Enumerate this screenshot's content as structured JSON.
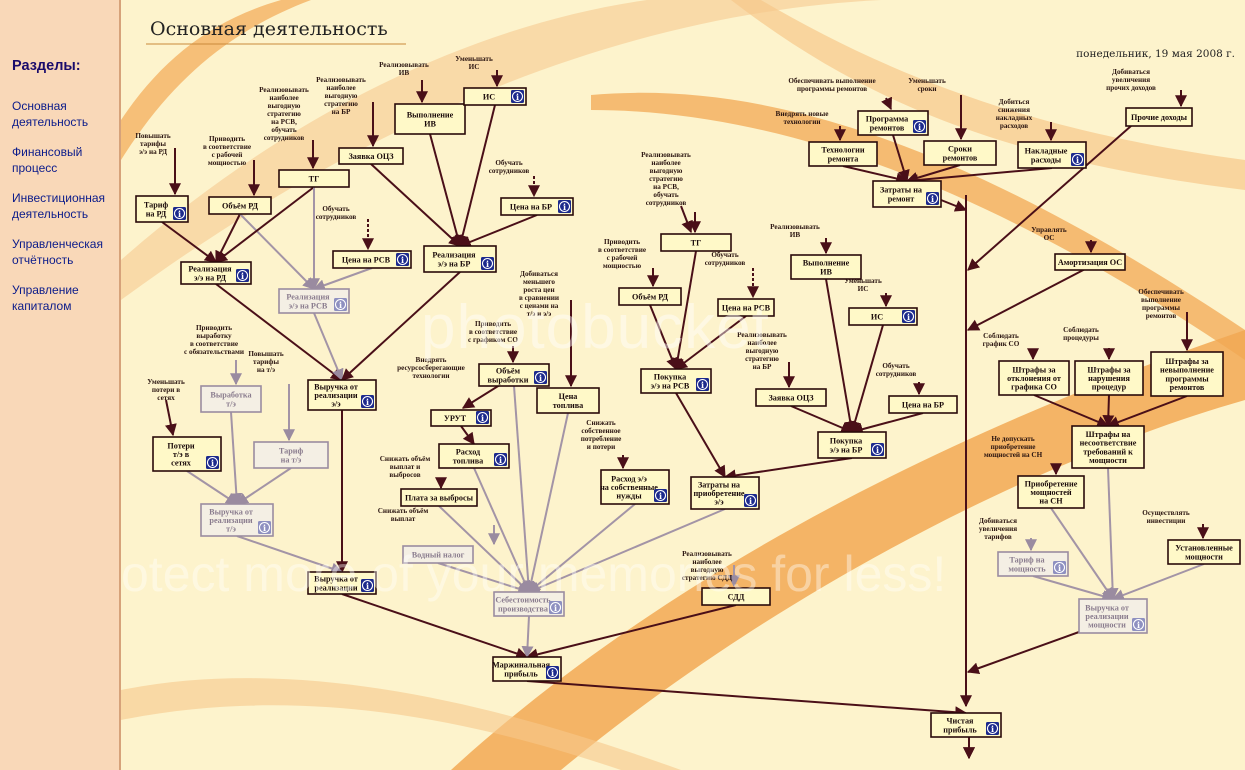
{
  "sidebar": {
    "heading": "Разделы:",
    "items": [
      {
        "label": "Основная деятельность"
      },
      {
        "label": "Финансовый процесс"
      },
      {
        "label": "Инвестиционная деятельность"
      },
      {
        "label": "Управленческая отчётность"
      },
      {
        "label": "Управление капиталом"
      }
    ]
  },
  "header": {
    "title": "Основная деятельность",
    "date": "понедельник, 19 мая 2008 г."
  },
  "watermark": {
    "logo": "photobucket",
    "slogan": "Protect more of your memories for less!"
  },
  "colors": {
    "page_bg": "#fdf3cc",
    "swoosh": "#f2a854",
    "line": "#4a0f18",
    "box_border": "#2a0a0a",
    "box_fill": "#fff9c8",
    "info_icon": "#1c2a8c"
  },
  "diagram": {
    "nodes": [
      {
        "id": "tarif_rd",
        "label": "Тариф\nна РД",
        "icon": true
      },
      {
        "id": "obem_rd_l",
        "label": "Объём РД",
        "icon": false
      },
      {
        "id": "tg_l",
        "label": "ТГ",
        "icon": false
      },
      {
        "id": "zayavka_l",
        "label": "Заявка ОЦЗ",
        "icon": false
      },
      {
        "id": "vyp_iv_l",
        "label": "Выполнение\nИВ",
        "icon": false
      },
      {
        "id": "is_l",
        "label": "ИС",
        "icon": true
      },
      {
        "id": "cena_br_l",
        "label": "Цена на БР",
        "icon": true
      },
      {
        "id": "cena_rsv_l",
        "label": "Цена на РСВ",
        "icon": true
      },
      {
        "id": "real_br",
        "label": "Реализация\nэ/э на БР",
        "icon": true
      },
      {
        "id": "real_rd",
        "label": "Реализация\nэ/э на РД",
        "icon": true
      },
      {
        "id": "real_rsv",
        "label": "Реализация\nэ/э на РСВ",
        "icon": true
      },
      {
        "id": "vyrab_te",
        "label": "Выработка\nт/э",
        "icon": false
      },
      {
        "id": "vyr_real_ee",
        "label": "Выручка от\nреализации\nэ/э",
        "icon": true
      },
      {
        "id": "poteri",
        "label": "Потери\nт/э в\nсетях",
        "icon": true
      },
      {
        "id": "tarif_te",
        "label": "Тариф\nна т/э",
        "icon": false
      },
      {
        "id": "vyr_real_te",
        "label": "Выручка от\nреализации\nт/э",
        "icon": true
      },
      {
        "id": "vyr_real_bot",
        "label": "Выручка от\nреализации",
        "icon": true
      },
      {
        "id": "obem_vyrab",
        "label": "Объём\nвыработки",
        "icon": true
      },
      {
        "id": "cena_topliva",
        "label": "Цена\nтоплива",
        "icon": false
      },
      {
        "id": "urut",
        "label": "УРУТ",
        "icon": true
      },
      {
        "id": "rashod_topliva",
        "label": "Расход\nтоплива",
        "icon": true
      },
      {
        "id": "plata_vybrosy",
        "label": "Плата за выбросы",
        "icon": false
      },
      {
        "id": "vodny_nalog",
        "label": "Водный налог",
        "icon": false
      },
      {
        "id": "sebestoimost",
        "label": "Себестоимость\nпроизводства",
        "icon": true
      },
      {
        "id": "rashod_sn",
        "label": "Расход э/э\nна собственные\nнужды",
        "icon": true
      },
      {
        "id": "zatraty_priobr",
        "label": "Затраты на\nприобретение\nэ/э",
        "icon": true
      },
      {
        "id": "sdd",
        "label": "СДД",
        "icon": false
      },
      {
        "id": "marzh_pribyl",
        "label": "Маржинальная\nприбыль",
        "icon": true
      },
      {
        "id": "tg_m",
        "label": "ТГ",
        "icon": false
      },
      {
        "id": "obem_rd_m",
        "label": "Объём РД",
        "icon": false
      },
      {
        "id": "cena_rsv_m",
        "label": "Цена на РСВ",
        "icon": false
      },
      {
        "id": "pokupka_rsv",
        "label": "Покупка\nэ/э на РСВ",
        "icon": true
      },
      {
        "id": "vyp_iv_m",
        "label": "Выполнение\nИВ",
        "icon": false
      },
      {
        "id": "is_m",
        "label": "ИС",
        "icon": true
      },
      {
        "id": "zayavka_m",
        "label": "Заявка ОЦЗ",
        "icon": false
      },
      {
        "id": "cena_br_m",
        "label": "Цена на БР",
        "icon": false
      },
      {
        "id": "pokupka_br",
        "label": "Покупка\nэ/э на БР",
        "icon": true
      },
      {
        "id": "tehnologii",
        "label": "Технологии\nремонта",
        "icon": false
      },
      {
        "id": "programma",
        "label": "Программа\nремонтов",
        "icon": true
      },
      {
        "id": "sroki",
        "label": "Сроки\nремонтов",
        "icon": false
      },
      {
        "id": "nakladnye",
        "label": "Накладные\nрасходы",
        "icon": true
      },
      {
        "id": "prochie",
        "label": "Прочие доходы",
        "icon": false
      },
      {
        "id": "zatraty_remont",
        "label": "Затраты на\nремонт",
        "icon": true
      },
      {
        "id": "amortizaciya",
        "label": "Амортизация ОС",
        "icon": false
      },
      {
        "id": "shtrafy_otkl",
        "label": "Штрафы за\nотклонения от\nграфика СО",
        "icon": false
      },
      {
        "id": "shtrafy_nar",
        "label": "Штрафы за\nнарушения\nпроцедур",
        "icon": false
      },
      {
        "id": "shtrafy_nevyp",
        "label": "Штрафы за\nневыполнение\nпрограммы\nремонтов",
        "icon": false
      },
      {
        "id": "shtrafy_nesoot",
        "label": "Штрафы на\nнесоответствие\nтребований к\nмощности",
        "icon": false
      },
      {
        "id": "priobr_mosh",
        "label": "Приобретение\nмощностей\nна СН",
        "icon": false
      },
      {
        "id": "tarif_mosh",
        "label": "Тариф на\nмощность",
        "icon": true
      },
      {
        "id": "ustanovl",
        "label": "Установленные\nмощности",
        "icon": false
      },
      {
        "id": "vyr_real_mosh",
        "label": "Выручка от\nреализации\nмощности",
        "icon": true
      },
      {
        "id": "chistaya",
        "label": "Чистая\nприбыль",
        "icon": true
      }
    ],
    "notes": [
      {
        "id": "n1",
        "text": "Повышать\nтарифы\nэ/э на РД"
      },
      {
        "id": "n2",
        "text": "Приводить\nв соответствие\nс рабочей\nмощностью"
      },
      {
        "id": "n3",
        "text": "Реализовывать\nнаиболее\nвыгодную\nстратегию\nна РСВ,\nобучать\nсотрудников"
      },
      {
        "id": "n4",
        "text": "Реализовывать\nнаиболее\nвыгодную\nстратегию\nна БР"
      },
      {
        "id": "n5",
        "text": "Реализовывать\nИВ"
      },
      {
        "id": "n6",
        "text": "Уменьшать\nИС"
      },
      {
        "id": "n7",
        "text": "Обучать\nсотрудников"
      },
      {
        "id": "n8",
        "text": "Обучать\nсотрудников"
      },
      {
        "id": "n9",
        "text": "Приводить\nвыработку\nв соответствие\nс обязательствами"
      },
      {
        "id": "n10",
        "text": "Повышать\nтарифы\nна т/э"
      },
      {
        "id": "n11",
        "text": "Уменьшать\nпотери в\nсетях"
      },
      {
        "id": "n12",
        "text": "Внедрять\nресурсосберегающие\nтехнологии"
      },
      {
        "id": "n13",
        "text": "Приводить\nв соответствие\nс графиком СО"
      },
      {
        "id": "n14",
        "text": "Добиваться\nменьшего\nроста цен\nв сравнении\nс ценами на\nт/э и э/э"
      },
      {
        "id": "n15",
        "text": "Снижать объём\nвыплат и\nвыбросов"
      },
      {
        "id": "n16",
        "text": "Снижать объём\nвыплат"
      },
      {
        "id": "n17",
        "text": "Снижать\nсобственное\nпотребление\nи потери"
      },
      {
        "id": "n18",
        "text": "Реализовывать\nнаиболее\nвыгодную\nстратегию СДД"
      },
      {
        "id": "n19",
        "text": "Реализовывать\nнаиболее\nвыгодную\nстратегию\nна РСВ,\nобучать\nсотрудников"
      },
      {
        "id": "n20",
        "text": "Приводить\nв соответствие\nс рабочей\nмощностью"
      },
      {
        "id": "n21",
        "text": "Обучать\nсотрудников"
      },
      {
        "id": "n22",
        "text": "Реализовывать\nИВ"
      },
      {
        "id": "n23",
        "text": "Уменьшать\nИС"
      },
      {
        "id": "n24",
        "text": "Реализовывать\nнаиболее\nвыгодную\nстратегию\nна БР"
      },
      {
        "id": "n25",
        "text": "Обучать\nсотрудников"
      },
      {
        "id": "n26",
        "text": "Обеспечивать выполнение\nпрограммы ремонтов"
      },
      {
        "id": "n27",
        "text": "Уменьшать\nсроки"
      },
      {
        "id": "n28",
        "text": "Внедрять новые\nтехнологии"
      },
      {
        "id": "n29",
        "text": "Добиться\nснижения\nнакладных\nрасходов"
      },
      {
        "id": "n30",
        "text": "Добиваться\nувеличения\nпрочих доходов"
      },
      {
        "id": "n31",
        "text": "Управлять\nОС"
      },
      {
        "id": "n32",
        "text": "Соблюдать\nграфик СО"
      },
      {
        "id": "n33",
        "text": "Соблюдать\nпроцедуры"
      },
      {
        "id": "n34",
        "text": "Обеспечивать\nвыполнение\nпрограммы\nремонтов"
      },
      {
        "id": "n35",
        "text": "Не допускать\nприобретение\nмощностей на СН"
      },
      {
        "id": "n36",
        "text": "Добиваться\nувеличения\nтарифов"
      },
      {
        "id": "n37",
        "text": "Осуществлять\nинвестиции"
      }
    ]
  }
}
